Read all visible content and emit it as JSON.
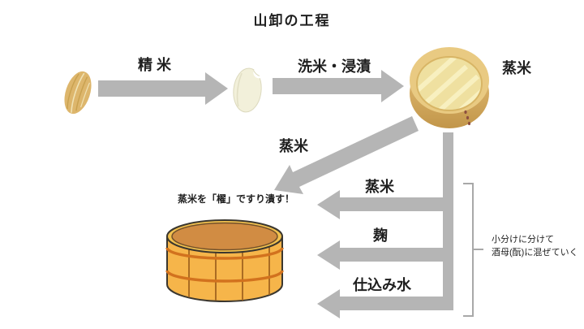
{
  "title": "山卸の工程",
  "process": {
    "step_polish": "精米",
    "step_wash_soak": "洗米・浸漬",
    "steamed_rice": "蒸米",
    "steamed_rice_to_tub": "蒸米",
    "steamed_rice_branch": "蒸米",
    "koji_branch": "麹",
    "water_branch": "仕込み水",
    "mash_note": "蒸米を「櫂」ですり潰す！",
    "side_note_line1": "小分けに分けて",
    "side_note_line2": "酒母(酛)に混ぜていく"
  },
  "illustrations": {
    "brown_rice": "unpolished-rice-grain-icon",
    "white_rice": "polished-rice-grain-icon",
    "steamer": "steaming-basket-icon",
    "tub": "wooden-mixing-tub-icon"
  },
  "colors": {
    "arrow": "#b5b5b5",
    "bracket": "#a8a8a8",
    "text": "#1f1f1f",
    "basket_rim": "#e9ca82",
    "basket_inner": "#efe0a0",
    "tub_body": "#f6b54a",
    "tub_rim": "#f2c14e",
    "tub_top": "#d18c43",
    "tub_hoop": "#d2721e",
    "brown_grain": "#ddb66c",
    "white_grain": "#f2f0da"
  }
}
